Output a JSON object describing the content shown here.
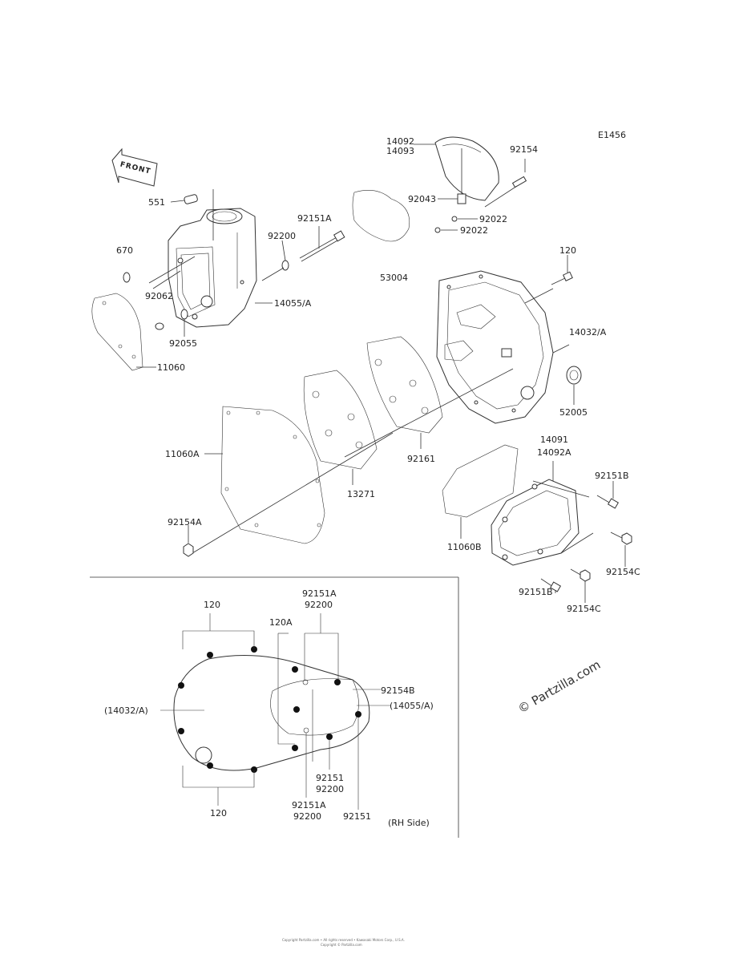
{
  "diagram_code": "E1456",
  "front_label": "FRONT",
  "labels": {
    "l14092": "14092",
    "l14093": "14093",
    "l92154": "92154",
    "l92043": "92043",
    "l92022a": "92022",
    "l92022b": "92022",
    "l551": "551",
    "l92151A": "92151A",
    "l92200": "92200",
    "l670": "670",
    "l53004": "53004",
    "l120": "120",
    "l92062": "92062",
    "l14055A": "14055/A",
    "l14032A": "14032/A",
    "l92055": "92055",
    "l11060": "11060",
    "l52005": "52005",
    "l11060A": "11060A",
    "l92161": "92161",
    "l14091": "14091",
    "l14092A": "14092A",
    "l92151B": "92151B",
    "l13271": "13271",
    "l92154A": "92154A",
    "l11060B": "11060B",
    "l92154C": "92154C",
    "l92151B2": "92151B",
    "l92154C2": "92154C"
  },
  "inset": {
    "i92151A": "92151A",
    "i92200": "92200",
    "i120top": "120",
    "i120A": "120A",
    "i92154B": "92154B",
    "i14032A": "(14032/A)",
    "i14055A": "(14055/A)",
    "i92151": "92151",
    "i92200b": "92200",
    "i120bot": "120",
    "i92151Ab": "92151A",
    "i92200c": "92200",
    "i92151b": "92151",
    "caption": "(RH Side)"
  },
  "watermark": "© Partzilla.com",
  "footer_line1": "Copyright Partzilla.com • All rights reserved • Kawasaki Motors Corp., U.S.A.",
  "footer_line2": "Copyright © Partzilla.com"
}
